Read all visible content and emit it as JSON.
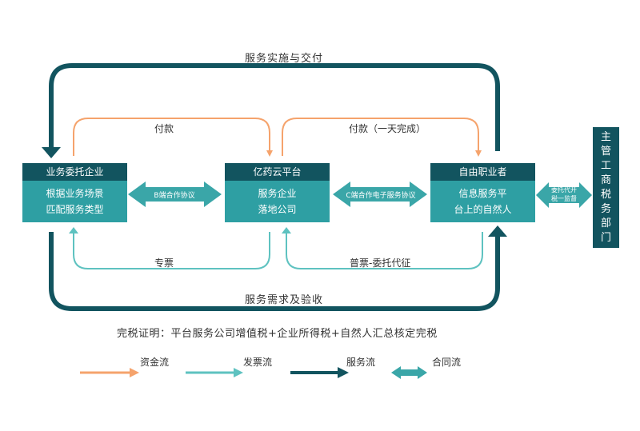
{
  "colors": {
    "money": "#f5a36c",
    "invoice": "#5ec2c0",
    "service": "#12545f",
    "contract": "#3aa6a8",
    "box_head": "#12545f",
    "box_body": "#2e9fa3"
  },
  "flows": {
    "top": "服务实施与交付",
    "bottom": "服务需求及验收"
  },
  "nodes": {
    "enterprise": {
      "title": "业务委托企业",
      "line1": "根据业务场景",
      "line2": "匹配服务类型"
    },
    "platform": {
      "title": "亿药云平台",
      "line1": "服务企业",
      "line2": "落地公司"
    },
    "freelancer": {
      "title": "自由职业者",
      "line1": "信息服务平",
      "line2": "台上的自然人"
    },
    "tax": {
      "chars": [
        "主",
        "管",
        "工",
        "商",
        "税",
        "务",
        "部",
        "门"
      ]
    }
  },
  "edges": {
    "pay1": "付款",
    "pay2": "付款（一天完成）",
    "invoice1": "专票",
    "invoice2": "普票-委托代征",
    "agreement_b": "B端合作协议",
    "agreement_c": "C端合作电子服务协议",
    "tax_link_line1": "委托代开",
    "tax_link_line2": "税一监督"
  },
  "note": "完税证明：平台服务公司增值税+企业所得税+自然人汇总核定完税",
  "legend": {
    "money": "资金流",
    "invoice": "发票流",
    "service": "服务流",
    "contract": "合同流"
  }
}
